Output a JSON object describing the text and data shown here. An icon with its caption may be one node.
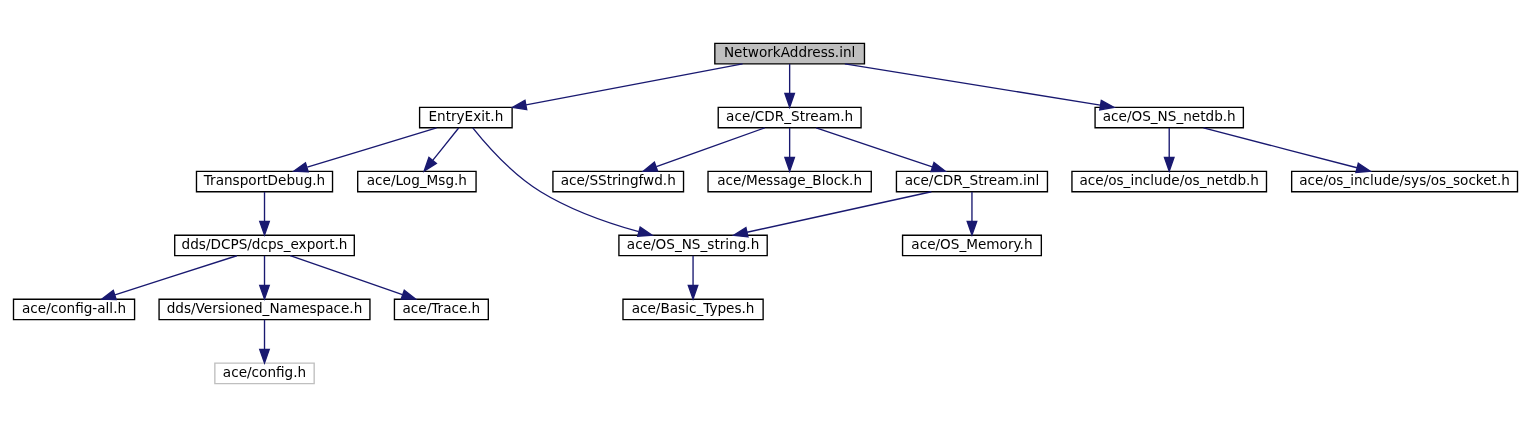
{
  "diagram": {
    "nodes": [
      {
        "text": [
          "NetworkAddress.inl"
        ]
      },
      {
        "text": [
          "EntryExit.h"
        ]
      },
      {
        "text": [
          "ace/CDR_Stream.h"
        ]
      },
      {
        "text": [
          "ace/OS_NS_netdb.h"
        ]
      },
      {
        "text": [
          "TransportDebug.h"
        ]
      },
      {
        "text": [
          "ace/Log_Msg.h"
        ]
      },
      {
        "text": [
          "ace/SStringfwd.h"
        ]
      },
      {
        "text": [
          "ace/Message_Block.h"
        ]
      },
      {
        "text": [
          "ace/CDR_Stream.inl"
        ]
      },
      {
        "text": [
          "ace/os_include/os_netdb.h"
        ]
      },
      {
        "text": [
          "ace/os_include/sys/os_socket.h"
        ]
      },
      {
        "text": [
          "dds/DCPS/dcps_export.h"
        ]
      },
      {
        "text": [
          "ace/OS_NS_string.h"
        ]
      },
      {
        "text": [
          "ace/OS_Memory.h"
        ]
      },
      {
        "text": [
          "ace/config-all.h"
        ]
      },
      {
        "text": [
          "dds/Versioned_Namespace.h"
        ]
      },
      {
        "text": [
          "ace/Trace.h"
        ]
      },
      {
        "text": [
          "ace/Basic_Types.h"
        ]
      },
      {
        "text": [
          "ace/config.h"
        ]
      }
    ],
    "edges": [
      {
        "from": 0,
        "to": 1,
        "arrow": "to"
      },
      {
        "from": 0,
        "to": 2,
        "arrow": "to"
      },
      {
        "from": 0,
        "to": 3,
        "arrow": "to"
      },
      {
        "from": 1,
        "to": 4,
        "arrow": "to"
      },
      {
        "from": 1,
        "to": 5,
        "arrow": "to"
      },
      {
        "from": 1,
        "to": 12,
        "arrow": "to"
      },
      {
        "from": 2,
        "to": 6,
        "arrow": "to"
      },
      {
        "from": 2,
        "to": 7,
        "arrow": "to"
      },
      {
        "from": 2,
        "to": 8,
        "arrow": "to"
      },
      {
        "from": 3,
        "to": 9,
        "arrow": "to"
      },
      {
        "from": 3,
        "to": 10,
        "arrow": "to"
      },
      {
        "from": 4,
        "to": 11,
        "arrow": "to"
      },
      {
        "from": 8,
        "to": 12,
        "arrow": "to"
      },
      {
        "from": 8,
        "to": 13,
        "arrow": "to"
      },
      {
        "from": 11,
        "to": 14,
        "arrow": "to"
      },
      {
        "from": 11,
        "to": 15,
        "arrow": "to"
      },
      {
        "from": 11,
        "to": 16,
        "arrow": "to"
      },
      {
        "from": 12,
        "to": 17,
        "arrow": "to"
      },
      {
        "from": 15,
        "to": 18,
        "arrow": "to"
      }
    ]
  }
}
